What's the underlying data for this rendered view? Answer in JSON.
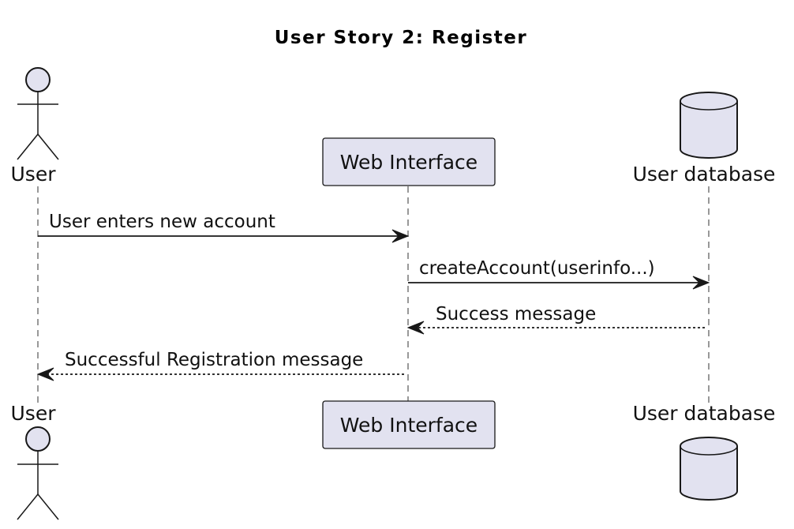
{
  "title": "User Story 2: Register",
  "participants": {
    "user": {
      "name": "User",
      "kind": "actor"
    },
    "web": {
      "name": "Web Interface",
      "kind": "participant"
    },
    "db": {
      "name": "User database",
      "kind": "database"
    }
  },
  "messages": [
    {
      "from": "user",
      "to": "web",
      "label": "User enters new account",
      "style": "solid"
    },
    {
      "from": "web",
      "to": "db",
      "label": "createAccount(userinfo...)",
      "style": "solid"
    },
    {
      "from": "db",
      "to": "web",
      "label": "Success message",
      "style": "dotted"
    },
    {
      "from": "web",
      "to": "user",
      "label": "Successful Registration message",
      "style": "dotted"
    }
  ],
  "colors": {
    "participant_fill": "#E2E2F0",
    "stroke": "#181818",
    "lifeline": "#555555"
  }
}
